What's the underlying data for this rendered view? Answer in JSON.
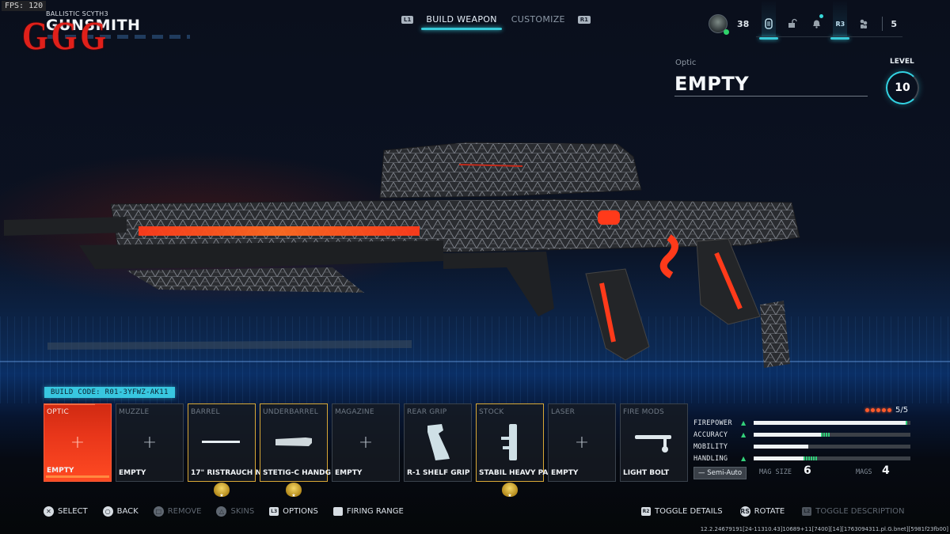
{
  "overlay": {
    "fps": "FPS: 120",
    "watermark": "GGG"
  },
  "weapon": {
    "subtitle": "BALLISTIC SCYTH3",
    "name": "GUNSMITH"
  },
  "tabs": {
    "left_button": "L1",
    "right_button": "R1",
    "items": [
      {
        "label": "BUILD WEAPON",
        "active": true
      },
      {
        "label": "CUSTOMIZE",
        "active": false
      }
    ]
  },
  "top_right": {
    "player_level": "38",
    "r3_label": "R3",
    "count": "5",
    "icons": [
      "avatar-icon",
      "loadout-icon",
      "lock-icon",
      "bell-icon",
      "r3-icon",
      "group-icon"
    ]
  },
  "selected_slot": {
    "label": "Optic",
    "value": "EMPTY"
  },
  "level": {
    "label": "LEVEL",
    "value": "10"
  },
  "build_code": "BUILD CODE: R01-3YFWZ-AK11",
  "attachments": [
    {
      "slot": "OPTIC",
      "value": "EMPTY",
      "selected": true,
      "equipped": false,
      "gold": false,
      "icon": "plus"
    },
    {
      "slot": "MUZZLE",
      "value": "EMPTY",
      "selected": false,
      "equipped": false,
      "gold": false,
      "icon": "plus"
    },
    {
      "slot": "BARREL",
      "value": "17\" RISTRAUCH N",
      "selected": false,
      "equipped": true,
      "gold": true,
      "icon": "barrel"
    },
    {
      "slot": "UNDERBARREL",
      "value": "STETIG-C HANDG",
      "selected": false,
      "equipped": true,
      "gold": true,
      "icon": "handguard"
    },
    {
      "slot": "MAGAZINE",
      "value": "EMPTY",
      "selected": false,
      "equipped": false,
      "gold": false,
      "icon": "plus"
    },
    {
      "slot": "REAR GRIP",
      "value": "R-1 SHELF GRIP",
      "selected": false,
      "equipped": true,
      "gold": false,
      "icon": "grip"
    },
    {
      "slot": "STOCK",
      "value": "STABIL HEAVY PA",
      "selected": false,
      "equipped": true,
      "gold": true,
      "icon": "stock"
    },
    {
      "slot": "LASER",
      "value": "EMPTY",
      "selected": false,
      "equipped": false,
      "gold": false,
      "icon": "plus"
    },
    {
      "slot": "FIRE MODS",
      "value": "LIGHT BOLT",
      "selected": false,
      "equipped": true,
      "gold": false,
      "icon": "bolt"
    }
  ],
  "attachment_count": "5/5",
  "stats": [
    {
      "name": "FIREPOWER",
      "up": true,
      "base": 97,
      "bonus": 1
    },
    {
      "name": "ACCURACY",
      "up": true,
      "base": 43,
      "bonus": 6
    },
    {
      "name": "MOBILITY",
      "up": false,
      "base": 35,
      "bonus": 0
    },
    {
      "name": "HANDLING",
      "up": true,
      "base": 32,
      "bonus": 9
    }
  ],
  "fire_mode": "Semi-Auto",
  "mag_size": {
    "label": "MAG SIZE",
    "value": "6"
  },
  "mags": {
    "label": "MAGS",
    "value": "4"
  },
  "hints_left": [
    {
      "glyph": "✕",
      "label": "SELECT",
      "dim": false,
      "shape": "circle"
    },
    {
      "glyph": "○",
      "label": "BACK",
      "dim": false,
      "shape": "circle"
    },
    {
      "glyph": "□",
      "label": "REMOVE",
      "dim": true,
      "shape": "circle"
    },
    {
      "glyph": "△",
      "label": "SKINS",
      "dim": true,
      "shape": "circle"
    },
    {
      "glyph": "L3",
      "label": "OPTIONS",
      "dim": false,
      "shape": "square"
    },
    {
      "glyph": "",
      "label": "FIRING RANGE",
      "dim": false,
      "shape": "square"
    }
  ],
  "hints_right": [
    {
      "glyph": "R2",
      "label": "TOGGLE DETAILS",
      "dim": false,
      "shape": "square"
    },
    {
      "glyph": "RS",
      "label": "ROTATE",
      "dim": false,
      "shape": "circle"
    },
    {
      "glyph": "L2",
      "label": "TOGGLE DESCRIPTION",
      "dim": true,
      "shape": "square"
    }
  ],
  "version": "12.2.24679191[24-11310.43]10689+11[7400][14][1763094311.pl.G.bnet][5981f23fb00]",
  "colors": {
    "accent": "#37c9d8",
    "selected": "#e8361a",
    "gold": "#d9a836",
    "bonus": "#2fd07a"
  }
}
